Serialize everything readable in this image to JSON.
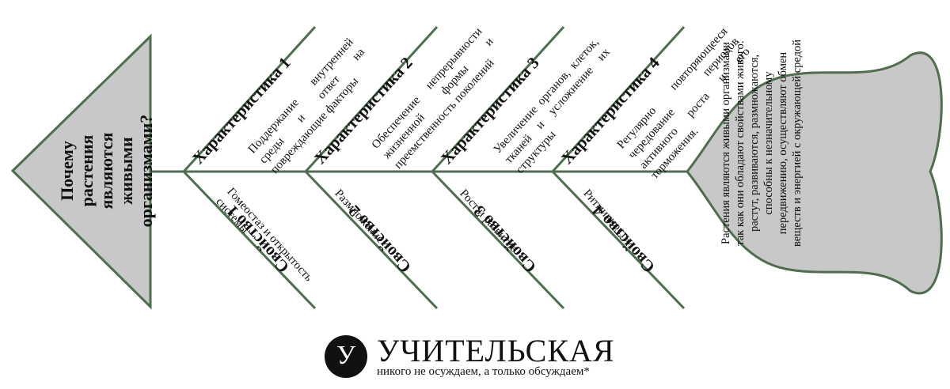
{
  "head": {
    "question": "Почему растения являются живыми организмами?"
  },
  "characteristics": [
    {
      "title": "Характеристика 1",
      "text": "Поддержание внутренней среды и ответ на повреждающие факторы"
    },
    {
      "title": "Характеристика 2",
      "text": "Обеспечение непрерывности жизненной формы и преемственность поколений"
    },
    {
      "title": "Характеристика 3",
      "text": "Увеличение органов, клеток, тканей и усложнение их структуры"
    },
    {
      "title": "Характеристика 4",
      "text": "Регулярно повторяющееся чередование периодов активного роста и его торможения."
    }
  ],
  "properties": [
    {
      "title": "Свойство 1",
      "text": "Гомеостаз и открытость системы"
    },
    {
      "title": "Свойство 2",
      "text": "Размножение"
    },
    {
      "title": "Свойство 3",
      "text": "Рост и развитие"
    },
    {
      "title": "Свойство 4",
      "text": "Ритмичность"
    }
  ],
  "tail": {
    "conclusion": "Растения являются живыми организмами так как они обладают свойствами живого: растут, развиваются, размножаются, способны к незначительному передвижению, осуществляют обмен веществ и энергией с окружающей средой"
  },
  "logo": {
    "letter": "У",
    "name": "УЧИТЕЛЬСКАЯ",
    "slogan": "никого не осуждаем, а только обсуждаем*"
  },
  "colors": {
    "line": "#4f6d4f",
    "fill": "#c8c8c8",
    "text": "#111111"
  }
}
